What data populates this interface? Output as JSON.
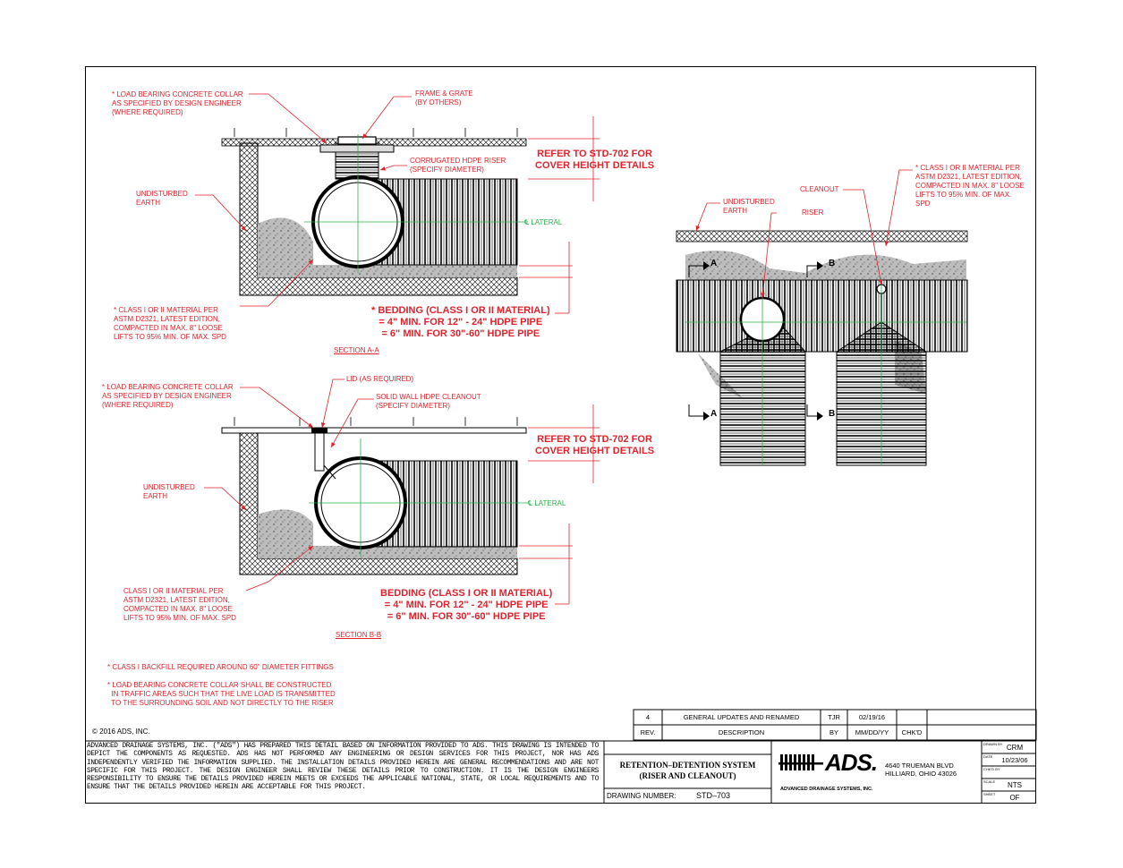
{
  "section_a": {
    "collar_note": "* LOAD BEARING CONCRETE COLLAR\nAS SPECIFIED BY DESIGN ENGINEER\n(WHERE REQUIRED)",
    "frame_note": "FRAME & GRATE\n(BY OTHERS)",
    "riser_note": "CORRUGATED HDPE RISER\n(SPECIFY DIAMETER)",
    "earth_note": "UNDISTURBED\nEARTH",
    "cover_note": "REFER TO STD-702 FOR\nCOVER HEIGHT DETAILS",
    "lateral_label": "℄ LATERAL",
    "material_note": "* CLASS I OR II MATERIAL PER\nASTM D2321, LATEST EDITION,\nCOMPACTED IN MAX. 8\" LOOSE\nLIFTS TO 95% MIN. OF MAX. SPD",
    "bedding_note": "* BEDDING (CLASS I OR II MATERIAL)\n= 4\" MIN. FOR 12\" - 24\" HDPE PIPE\n= 6\" MIN. FOR 30\"-60\" HDPE PIPE",
    "title": "SECTION A-A"
  },
  "section_b": {
    "collar_note": "* LOAD BEARING CONCRETE COLLAR\nAS SPECIFIED BY DESIGN ENGINEER\n(WHERE REQUIRED)",
    "lid_note": "LID (AS REQUIRED)",
    "cleanout_note": "SOLID WALL HDPE CLEANOUT\n(SPECIFY DIAMETER)",
    "earth_note": "UNDISTURBED\nEARTH",
    "cover_note": "REFER TO STD-702 FOR\nCOVER HEIGHT DETAILS",
    "lateral_label": "℄ LATERAL",
    "material_note": "CLASS I OR II MATERIAL PER\nASTM D2321, LATEST EDITION,\nCOMPACTED IN MAX. 8\" LOOSE\nLIFTS TO 95% MIN. OF MAX. SPD",
    "bedding_note": "BEDDING (CLASS I OR II MATERIAL)\n= 4\" MIN. FOR 12\" - 24\" HDPE PIPE\n= 6\" MIN. FOR 30\"-60\" HDPE PIPE",
    "title": "SECTION B-B"
  },
  "plan": {
    "material_note": "* CLASS I OR II MATERIAL PER\nASTM D2321, LATEST EDITION,\nCOMPACTED IN MAX. 8\" LOOSE\nLIFTS TO 95% MIN. OF MAX.\nSPD",
    "cleanout_label": "CLEANOUT",
    "earth_note": "UNDISTURBED\nEARTH",
    "riser_label": "RISER",
    "cut_a": "A",
    "cut_b": "B"
  },
  "general_notes": {
    "note1": "* CLASS I BACKFILL REQUIRED AROUND 60\" DIAMETER FITTINGS",
    "note2": "* LOAD BEARING CONCRETE COLLAR SHALL BE CONSTRUCTED\n  IN TRAFFIC AREAS SUCH THAT THE LIVE LOAD IS TRANSMITTED\n  TO THE SURROUNDING SOIL AND NOT DIRECTLY TO THE RISER"
  },
  "copyright": "© 2016 ADS, INC.",
  "revision": {
    "rev": "4",
    "description": "GENERAL UPDATES AND RENAMED",
    "by": "TJR",
    "date": "02/19/16",
    "headers": [
      "REV.",
      "DESCRIPTION",
      "BY",
      "MM/DD/YY",
      "CHK'D"
    ]
  },
  "disclaimer": "ADVANCED DRAINAGE SYSTEMS, INC. (\"ADS\") HAS PREPARED THIS DETAIL BASED ON INFORMATION PROVIDED TO ADS. THIS DRAWING IS INTENDED TO DEPICT THE COMPONENTS AS REQUESTED. ADS HAS NOT PERFORMED ANY ENGINEERING OR DESIGN SERVICES FOR THIS PROJECT, NOR HAS ADS INDEPENDENTLY VERIFIED THE INFORMATION SUPPLIED. THE INSTALLATION DETAILS PROVIDED HEREIN ARE GENERAL RECOMMENDATIONS AND ARE NOT SPECIFIC FOR THIS PROJECT. THE DESIGN ENGINEER SHALL REVIEW THESE DETAILS PRIOR TO CONSTRUCTION. IT IS THE DESIGN ENGINEERS RESPONSIBILITY TO ENSURE THE DETAILS PROVIDED HEREIN MEETS OR EXCEEDS THE APPLICABLE NATIONAL, STATE, OR LOCAL REQUIREMENTS AND TO ENSURE THAT THE DETAILS PROVIDED HEREIN ARE ACCEPTABLE FOR THIS PROJECT.",
  "title_block": {
    "title_line1": "RETENTION–DETENTION SYSTEM",
    "title_line2": "(RISER AND CLEANOUT)",
    "drawing_number_label": "DRAWING NUMBER:",
    "drawing_number": "STD–703",
    "logo_text": "ADS.",
    "company_name": "ADVANCED DRAINAGE SYSTEMS, INC.",
    "address1": "4640 TRUEMAN BLVD",
    "address2": "HILLIARD, OHIO 43026",
    "drawn_by_label": "DRAWN BY",
    "drawn_by": "CRM",
    "date_label": "DATE",
    "date": "10/23/06",
    "checked_label": "CHK'D BY",
    "checked": "",
    "scale_label": "SCALE",
    "scale": "NTS",
    "sheet_label": "SHEET",
    "sheet": "OF"
  },
  "colors": {
    "annotation": "#e4202a",
    "centerline": "#27b24a",
    "line": "#000000"
  }
}
